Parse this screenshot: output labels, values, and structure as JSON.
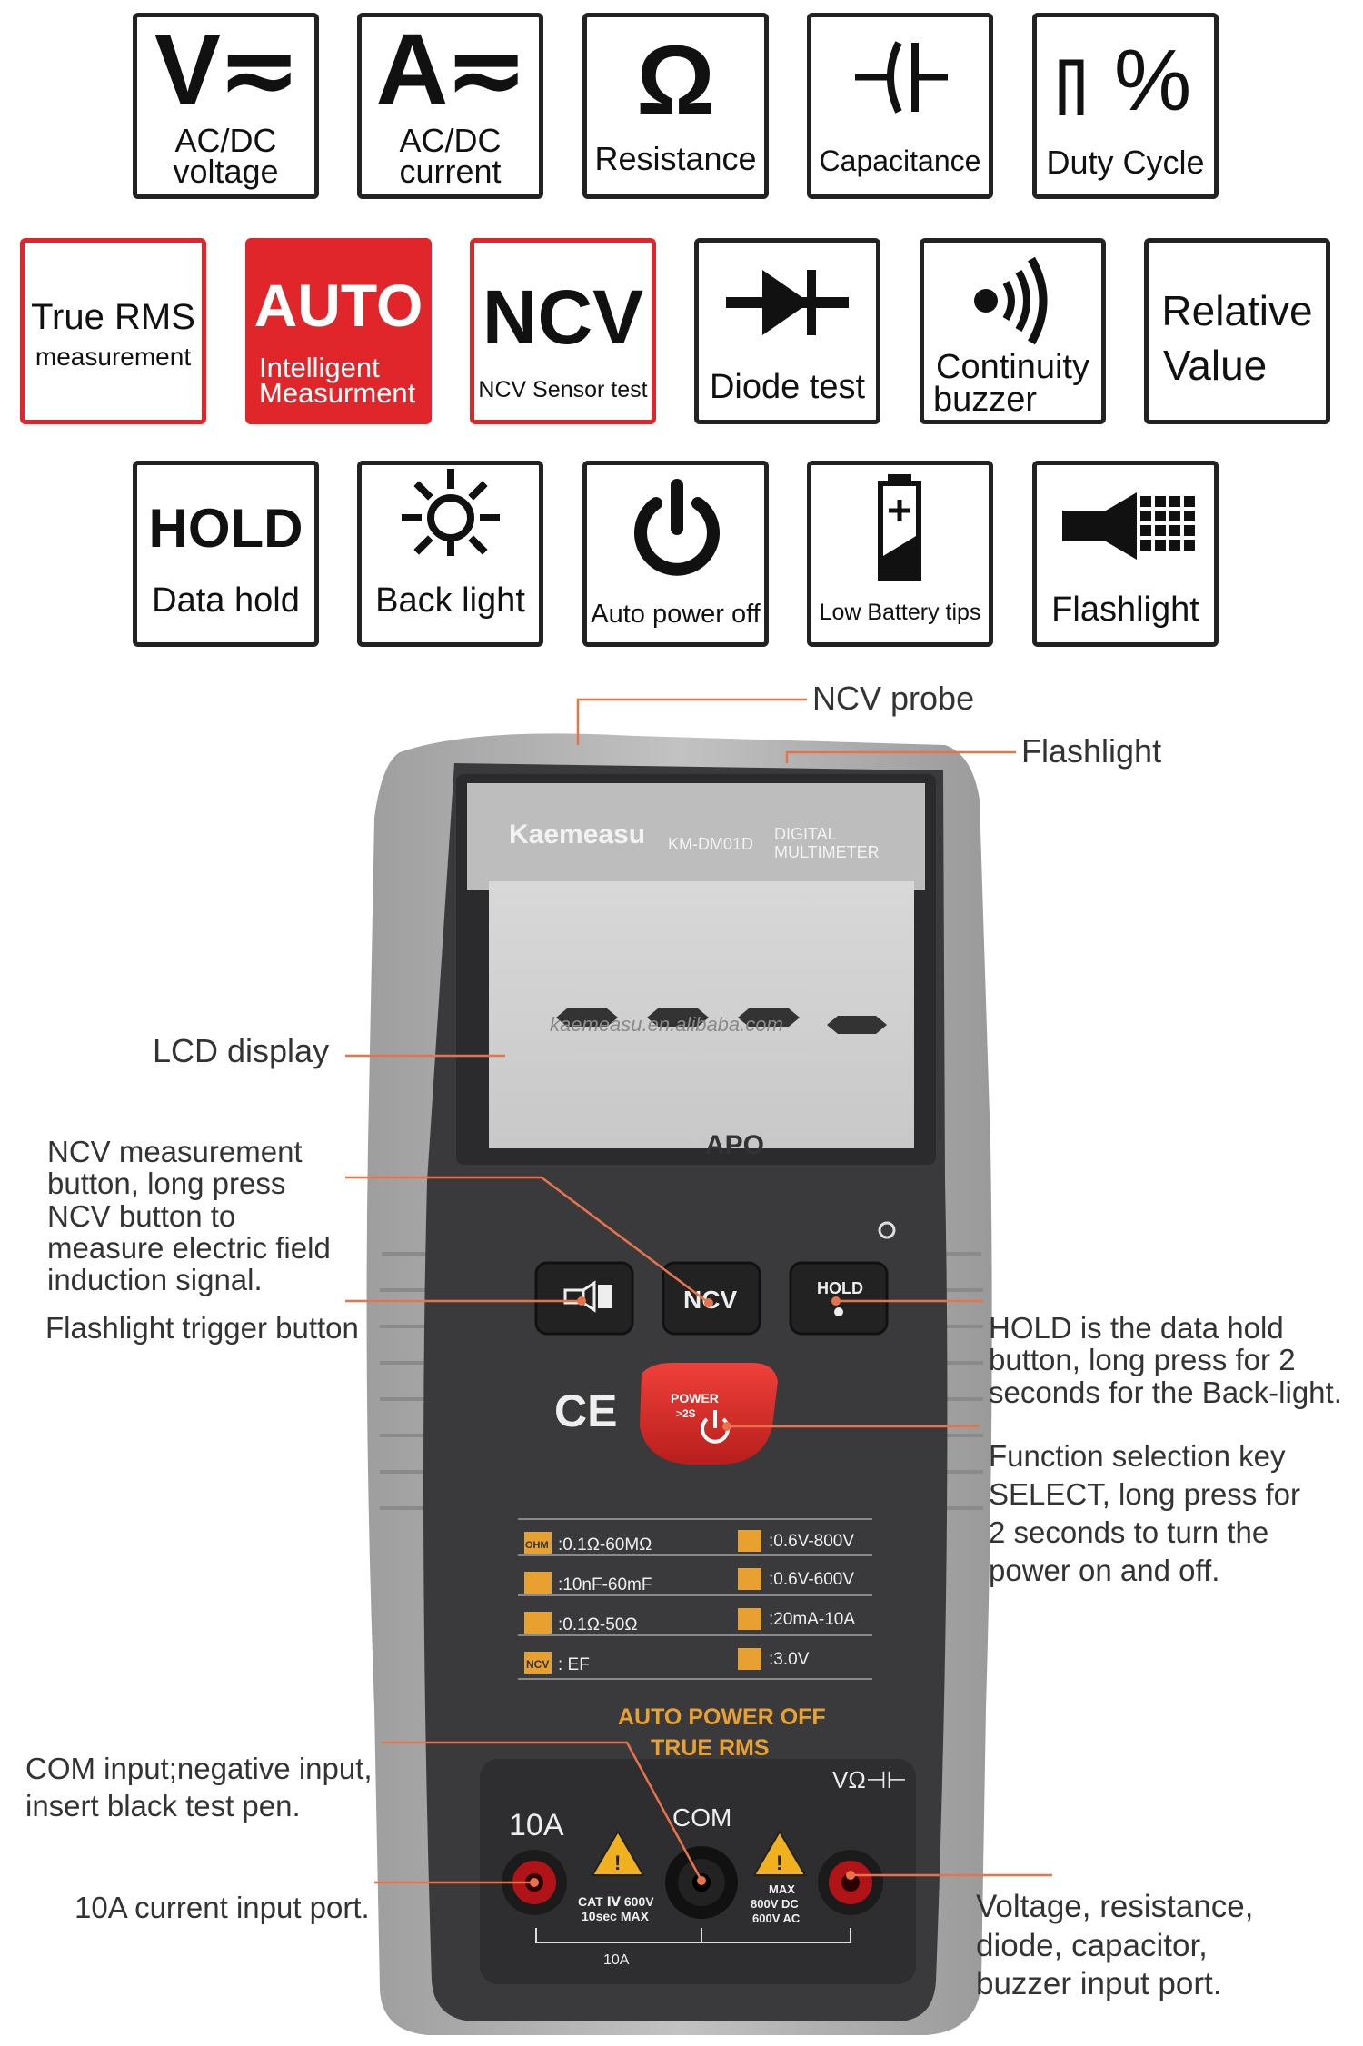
{
  "features": {
    "voltage": {
      "symbol": "V≂",
      "label1": "AC/DC",
      "label2": "voltage"
    },
    "current": {
      "symbol": "A≂",
      "label1": "AC/DC",
      "label2": "current"
    },
    "resistance": {
      "symbol": "Ω",
      "label": "Resistance"
    },
    "capacitance": {
      "label": "Capacitance"
    },
    "duty": {
      "symbol": "%",
      "label": "Duty Cycle"
    },
    "truerms": {
      "title": "True RMS",
      "label": "measurement"
    },
    "auto": {
      "title": "AUTO",
      "label1": "Intelligent",
      "label2": "Measurment"
    },
    "ncv": {
      "title": "NCV",
      "label": "NCV Sensor test"
    },
    "diode": {
      "label": "Diode test"
    },
    "continuity": {
      "label1": "Continuity",
      "label2": "buzzer"
    },
    "relative": {
      "label1": "Relative",
      "label2": "Value"
    },
    "hold": {
      "title": "HOLD",
      "label": "Data hold"
    },
    "backlight": {
      "label": "Back light"
    },
    "apo": {
      "label": "Auto power off"
    },
    "battery": {
      "label": "Low Battery tips"
    },
    "flashlight": {
      "label": "Flashlight"
    }
  },
  "device": {
    "brand": "Kaemeasu",
    "model": "KM-DM01D",
    "type1": "DIGITAL",
    "type2": "MULTIMETER",
    "lcd_text": "kaemeasu.en.alibaba.com",
    "lcd_apo": "APO",
    "btn_ncv": "NCV",
    "btn_hold": "HOLD",
    "power_label1": "POWER",
    "power_label2": ">2S",
    "ce": "CE",
    "specs_left": [
      "OHM",
      ":0.1Ω-60MΩ",
      ":10nF-60mF",
      ":0.1Ω-50Ω",
      "NCV",
      ": EF"
    ],
    "specs_right": [
      ":0.6V-800V",
      ":0.6V-600V",
      ":20mA-10A",
      ":3.0V"
    ],
    "auto_power_off": "AUTO POWER OFF",
    "true_rms": "TRUE RMS",
    "port_10a": "10A",
    "port_com": "COM",
    "port_v": "VΩ⊣⊢",
    "warn1_l1": "CAT Ⅳ 600V",
    "warn1_l2": "10sec MAX",
    "warn2_l1": "MAX",
    "warn2_l2": "800V DC",
    "warn2_l3": "600V AC",
    "bracket_10a": "10A"
  },
  "callouts": {
    "ncv_probe": "NCV probe",
    "flashlight": "Flashlight",
    "lcd": "LCD display",
    "ncv_btn_1": "NCV measurement",
    "ncv_btn_2": "button, long press",
    "ncv_btn_3": "NCV button to",
    "ncv_btn_4": "measure electric field",
    "ncv_btn_5": "induction signal.",
    "flash_btn": "Flashlight trigger button",
    "hold_1": "HOLD is the data hold",
    "hold_2": "button, long press for 2",
    "hold_3": "seconds for the Back-light.",
    "func_1": "Function selection key",
    "func_2": "SELECT, long press for",
    "func_3": "2 seconds to turn the",
    "func_4": "power on and off.",
    "com_1": "COM input;negative input,",
    "com_2": "insert black test pen.",
    "a10": "10A current input port.",
    "vport_1": "Voltage, resistance,",
    "vport_2": "diode, capacitor,",
    "vport_3": "buzzer input port."
  },
  "colors": {
    "accent": "#e0262b",
    "lead": "#e8734a",
    "device": "#3a3a3c",
    "shell": "#a9a9a9"
  }
}
